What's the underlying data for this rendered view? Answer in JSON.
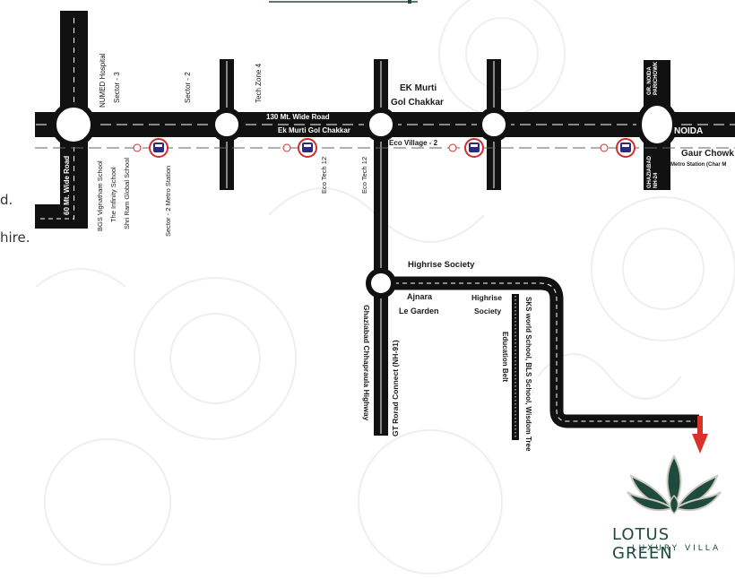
{
  "colors": {
    "road": "#111111",
    "lane_marking": "#ffffff",
    "metro_line": "#555555",
    "metro_ring": "#d32a2a",
    "metro_icon": "#2a2b7a",
    "arrow": "#d9322b",
    "brand": "#1f4a3e",
    "background_pattern": "#eeeeee"
  },
  "partial_text": {
    "line1": "d.",
    "line2": "hire."
  },
  "roads": {
    "horizontal_main": {
      "name_top": "130 Mt. Wide Road",
      "name_bottom": "Ek Murti Gol Chakkar"
    },
    "vertical_left": "60 Mt. Wide Road",
    "highway": "Ghaziabad Chhapraula Highway",
    "gt_road": "GT Rorad Connect (NH-91)",
    "noida": "NOIDA",
    "gr_noida": "GR. NOIDA PARICHOWK",
    "ghaziabad": "GHAZIABAD NH-24"
  },
  "labels": {
    "numed": "NUMED Hospital",
    "sector3": "Sector - 3",
    "sector2": "Sector - 2",
    "tech_zone4": "Tech Zone 4",
    "ek_murti_1": "EK Murti",
    "ek_murti_2": "Gol Chakkar",
    "bgs": "BGS Vignatham School",
    "infinity": "The Infinity School",
    "shri_ram": "Shri Ram Global School",
    "sector2_metro": "Sector - 2 Metro Station",
    "eco_tech_12a": "Eco Tech 12",
    "eco_tech_12b": "Eco Tech 12",
    "eco_village": "Eco Village - 2",
    "gaur_chowk": "Gaur Chowk",
    "gaur_metro": "Metro Station (Char M",
    "highrise_top": "Highrise Society",
    "ajnara_1": "Ajnara",
    "ajnara_2": "Le Garden",
    "highrise_1": "Highrise",
    "highrise_2": "Society",
    "education_belt": "Education Belt",
    "sks": "SKS world School, BLS School, Wisdom Tree"
  },
  "metro_stations": [
    {
      "icon": "metro-train-icon",
      "code": "15"
    },
    {
      "icon": "metro-train-icon",
      "code": "13"
    },
    {
      "icon": "metro-train-icon",
      "code": "12"
    },
    {
      "icon": "metro-train-icon",
      "code": "11"
    }
  ],
  "brand": {
    "name": "LOTUS GREEN",
    "tagline": "LUXURY VILLA",
    "logo_icon": "lotus-icon"
  }
}
